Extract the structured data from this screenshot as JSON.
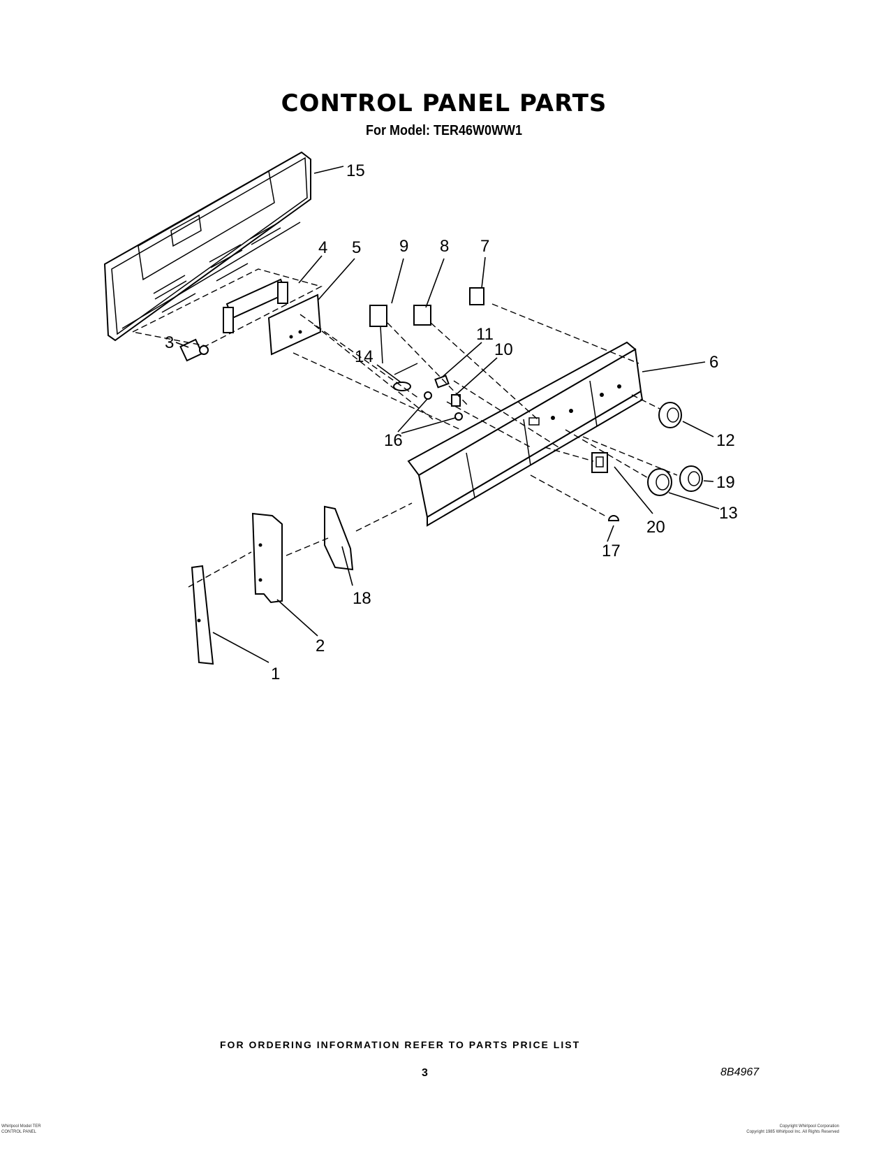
{
  "title": "CONTROL PANEL PARTS",
  "subtitle": "For Model: TER46W0WW1",
  "callouts": [
    {
      "id": "c15",
      "label": "15"
    },
    {
      "id": "c4",
      "label": "4"
    },
    {
      "id": "c5",
      "label": "5"
    },
    {
      "id": "c9",
      "label": "9"
    },
    {
      "id": "c8",
      "label": "8"
    },
    {
      "id": "c7",
      "label": "7"
    },
    {
      "id": "c3",
      "label": "3"
    },
    {
      "id": "c11",
      "label": "11"
    },
    {
      "id": "c10",
      "label": "10"
    },
    {
      "id": "c14",
      "label": "14"
    },
    {
      "id": "c6",
      "label": "6"
    },
    {
      "id": "c16",
      "label": "16"
    },
    {
      "id": "c12",
      "label": "12"
    },
    {
      "id": "c19",
      "label": "19"
    },
    {
      "id": "c13",
      "label": "13"
    },
    {
      "id": "c20",
      "label": "20"
    },
    {
      "id": "c17",
      "label": "17"
    },
    {
      "id": "c18",
      "label": "18"
    },
    {
      "id": "c2",
      "label": "2"
    },
    {
      "id": "c1",
      "label": "1"
    }
  ],
  "footer": {
    "ordering_note": "FOR ORDERING INFORMATION REFER TO PARTS PRICE LIST",
    "page_number": "3",
    "document_number": "8B4967",
    "left_corner": "Whirlpool Model TER\nCONTROL PANEL",
    "right_corner": "Copyright Whirlpool Corporation\nCopyright 1985 Whirlpool Inc. All Rights Reserved"
  }
}
